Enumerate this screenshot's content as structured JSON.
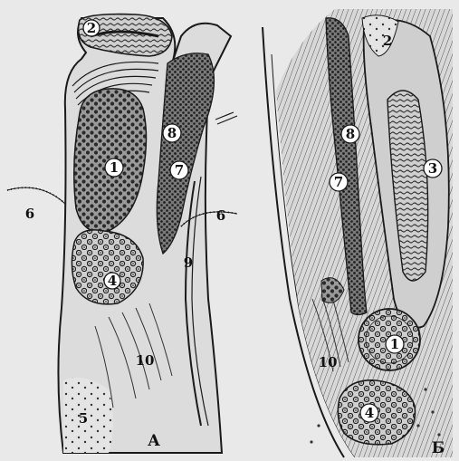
{
  "panel_a": {
    "letter": "A",
    "labels": {
      "n1": "1",
      "n2": "2",
      "n4": "4",
      "n5": "5",
      "n6a": "6",
      "n6b": "6",
      "n7": "7",
      "n8": "8",
      "n9": "9",
      "n10": "10"
    }
  },
  "panel_b": {
    "letter": "Б",
    "labels": {
      "n1": "1",
      "n2": "2",
      "n3": "3",
      "n4": "4",
      "n7": "7",
      "n8": "8",
      "n10": "10"
    }
  },
  "colors": {
    "background": "#e9e9e9",
    "ink": "#1a1a1a",
    "tissue_dark": "#2b2b2b",
    "tissue_mid": "#8d8d8d",
    "tissue_light": "#d4d4d4"
  }
}
